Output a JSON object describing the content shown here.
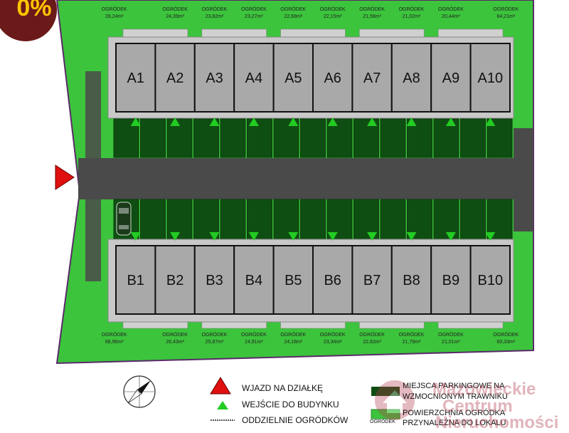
{
  "badge": {
    "text": "0%",
    "bg": "#6b1a1a",
    "fg": "#ffc400"
  },
  "colors": {
    "garden": "#3cc43c",
    "lawn_parking": "#0f4e12",
    "road": "#4a4a4a",
    "building": "#a9a9a9",
    "border": "#5a2a6a",
    "arrow_red": "#e01010",
    "arrow_green": "#22cc22"
  },
  "units_top": [
    "A1",
    "A2",
    "A3",
    "A4",
    "A5",
    "A6",
    "A7",
    "A8",
    "A9",
    "A10"
  ],
  "units_bottom": [
    "B1",
    "B2",
    "B3",
    "B4",
    "B5",
    "B6",
    "B7",
    "B8",
    "B9",
    "B10"
  ],
  "garden_label": "OGRÓDEK",
  "gardens_top": [
    "28,24m²",
    "24,39m²",
    "23,82m²",
    "23,27m²",
    "22,68m²",
    "22,15m²",
    "21,56m²",
    "21,02m²",
    "20,44m²",
    "64,21m²"
  ],
  "gardens_bottom": [
    "88,96m²",
    "26,43m²",
    "25,87m²",
    "24,91m²",
    "24,18m²",
    "23,34m²",
    "22,62m²",
    "21,79m²",
    "21,01m²",
    "60,33m²"
  ],
  "legend": {
    "entry": "WJAZD NA DZIAŁKĘ",
    "building_entry": "WEJŚCIE DO BUDYNKU",
    "separate_gardens": "ODDZIELNIE OGRÓDKÓW",
    "parking": "MIEJSCA PARKINGOWE NA",
    "parking2": "WZMOCNIONYM TRAWNIKU",
    "garden_area": "POWIERZCHNIA OGRÓDKA",
    "garden_area2": "PRZYNALEŻNA DO LOKALU",
    "small_label": "OGRÓDEK"
  },
  "watermark": {
    "line1": "Mazowieckie",
    "line2": "Centrum",
    "line3": "Nieruchomości"
  },
  "icons": {
    "compass": "compass-icon",
    "watermark_logo": "house-logo-icon"
  }
}
